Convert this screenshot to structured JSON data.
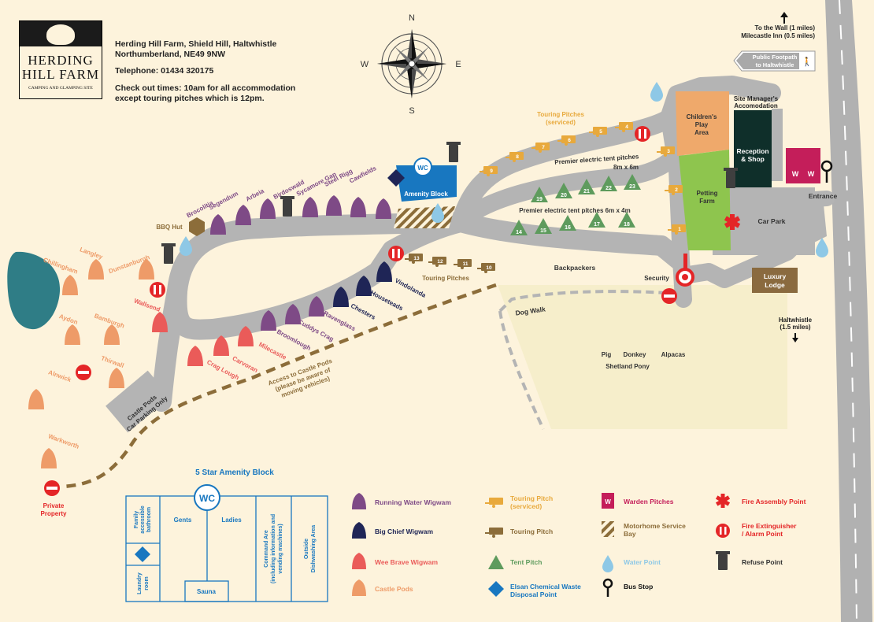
{
  "header": {
    "logo_line1": "HERDING",
    "logo_line2": "HILL FARM",
    "logo_tagline": "CAMPING AND GLAMPING SITE",
    "address_line1": "Herding Hill Farm, Shield Hill, Haltwhistle",
    "address_line2": "Northumberland, NE49 9NW",
    "telephone": "Telephone: 01434 320175",
    "checkout_line1": "Check out times: 10am for all accommodation",
    "checkout_line2": "except touring pitches which is 12pm."
  },
  "compass": {
    "n": "N",
    "s": "S",
    "e": "E",
    "w": "W"
  },
  "directions": {
    "wall": "To the Wall (1 miles)",
    "milecastle": "Milecastle Inn (0.5 miles)",
    "footpath_line1": "Public Footpath",
    "footpath_line2": "to Haltwhistle",
    "haltwhistle": "Haltwhistle",
    "haltwhistle_dist": "(1.5 miles)"
  },
  "areas": {
    "childrens_play": [
      "Children's",
      "Play",
      "Area"
    ],
    "reception": [
      "Reception",
      "& Shop"
    ],
    "petting": [
      "Petting",
      "Farm"
    ],
    "site_manager": [
      "Site Manager's",
      "Accomodation"
    ],
    "entrance": "Entrance",
    "car_park": "Car Park",
    "luxury_lodge": [
      "Luxury",
      "Lodge"
    ],
    "security": "Security",
    "backpackers": "Backpackers",
    "dog_walk": "Dog Walk",
    "bbq_hut": "BBQ Hut",
    "amenity_block": "Amenity Block",
    "wc": "WC",
    "w": "W",
    "castle_car_park": [
      "Castle Pods",
      "Car Parking Only"
    ],
    "access_note": [
      "Access to Castle Pods",
      "(please be aware of",
      "moving vehicles)"
    ],
    "private_property": [
      "Private",
      "Property"
    ],
    "touring_serviced": [
      "Touring Pitches",
      "(serviced)"
    ],
    "touring_pitches": "Touring Pitches",
    "premier_top": [
      "Premier electric tent pitches",
      "8m x 6m"
    ],
    "premier_bottom": "Premier electric tent pitches 6m x 4m",
    "animals": [
      "Pig",
      "Donkey",
      "Alpacas",
      "Shetland Pony"
    ]
  },
  "running_wigwams": [
    "Brocolitia",
    "Segendum",
    "Arbeia",
    "Birdoswald",
    "Sycamore Gap",
    "Steel Rigg",
    "Cawfields"
  ],
  "big_chief_wigwams": [
    "Vindolanda",
    "Houseteads",
    "Chesters"
  ],
  "lower_running": [
    "Ravenglass",
    "Cuddys Crag",
    "Broomlough"
  ],
  "wee_brave_wigwams": [
    "Milecastle",
    "Carvoran",
    "Crag Lough",
    "Wallsend"
  ],
  "castle_pods": [
    "Chillingham",
    "Langley",
    "Dunstanburgh",
    "Aydon",
    "Bamburgh",
    "Alnwick",
    "Thirwall",
    "Warkworth"
  ],
  "tent_pitches_top": [
    "19",
    "20",
    "21",
    "22",
    "23"
  ],
  "tent_pitches_bottom": [
    "14",
    "15",
    "16",
    "17",
    "18"
  ],
  "serviced_touring": [
    "1",
    "2",
    "3",
    "4",
    "5",
    "6",
    "7",
    "8",
    "9"
  ],
  "touring": [
    "10",
    "11",
    "12",
    "13"
  ],
  "amenity_plan": {
    "title": "5 Star Amenity Block",
    "wc": "WC",
    "family": [
      "Family",
      "accessible",
      "bathroom"
    ],
    "gents": "Gents",
    "ladies": "Ladies",
    "laundry": [
      "Laundry",
      "room"
    ],
    "sauna": "Sauna",
    "command": [
      "Command Are",
      "(including information and",
      "vending machines)"
    ],
    "outside": [
      "Outside",
      "Dishwashing Area"
    ]
  },
  "legend": {
    "running": "Running Water Wigwam",
    "big_chief": "Big Chief Wigwam",
    "wee_brave": "Wee Brave Wigwam",
    "castle": "Castle Pods",
    "touring_serviced": [
      "Touring Pitch",
      "(serviced)"
    ],
    "touring": "Touring Pitch",
    "tent": "Tent Pitch",
    "elsan": [
      "Elsan Chemical Waste",
      "Disposal Point"
    ],
    "warden": "Warden Pitches",
    "motorhome": [
      "Motorhome Service",
      "Bay"
    ],
    "water": "Water Point",
    "bus": "Bus Stop",
    "fire_assembly": "Fire Assembly Point",
    "fire_ext": [
      "Fire Extinguisher",
      "/ Alarm Point"
    ],
    "refuse": "Refuse Point"
  },
  "colors": {
    "background": "#fdf3dc",
    "road": "#b4b4b4",
    "running": "#7e4a86",
    "big_chief": "#1f2556",
    "wee_brave": "#ea5b59",
    "castle": "#ee9b68",
    "touring": "#e8a93c",
    "touring_dark": "#8c6d3a",
    "tent": "#5e9b5d",
    "blue": "#1877c0",
    "red": "#e42527",
    "warden": "#c41e5a",
    "play": "#efa96b",
    "petting": "#8ec54e",
    "reception": "#0f2f2a",
    "lodge": "#8a6a3f",
    "lake": "#2f7d86",
    "water": "#8ec8e6"
  }
}
